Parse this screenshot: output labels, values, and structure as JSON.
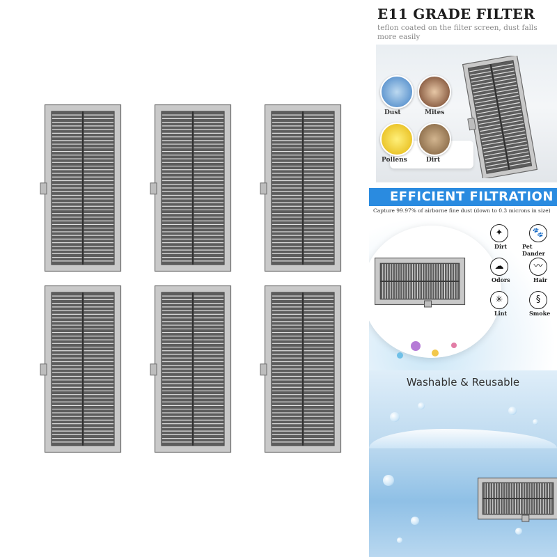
{
  "product_grid": {
    "filters": [
      {
        "label": "hepa-filter-1"
      },
      {
        "label": "hepa-filter-2"
      },
      {
        "label": "hepa-filter-3"
      },
      {
        "label": "hepa-filter-4"
      },
      {
        "label": "hepa-filter-5"
      },
      {
        "label": "hepa-filter-6"
      }
    ]
  },
  "panel_e11": {
    "title": "E11 GRADE FILTER",
    "subtitle": "teflon coated on the filter screen, dust falls more easily",
    "allergens": [
      "Dust",
      "Mites",
      "Pollens",
      "Dirt"
    ]
  },
  "panel_efficient": {
    "title": "EFFICIENT FILTRATION",
    "subtitle": "Capture 99.97% of airborne fine dust (down to 0.3 microns in size)",
    "items": [
      "Dirt",
      "Pet Dander",
      "Odors",
      "Hair",
      "Lint",
      "Smoke"
    ]
  },
  "panel_wash": {
    "title": "Washable & Reusable"
  },
  "colors": {
    "filter_frame": "#8a8a8a",
    "filter_fill": "#5d5d5d",
    "banner_blue": "#2a8be0",
    "water_blue": "#8fc0e6"
  }
}
